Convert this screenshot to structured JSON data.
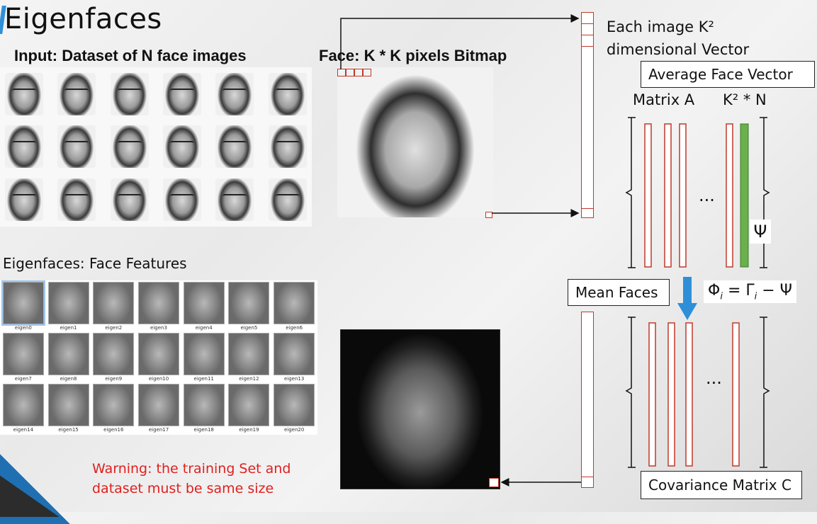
{
  "title": "Eigenfaces",
  "input_caption": "Input: Dataset of N face images",
  "face_caption": "Face: K * K pixels Bitmap",
  "vector_caption_line1": "Each image K²",
  "vector_caption_line2": "dimensional Vector",
  "average_face_label": "Average Face Vector",
  "matrix_a_label": "Matrix A",
  "matrix_a_dims": "K² * N",
  "psi_label": "Ψ",
  "mean_faces_label": "Mean Faces",
  "formula": {
    "phi": "Φ",
    "phi_sub": "i",
    "eq": " = ",
    "gamma": "Γ",
    "gamma_sub": "i",
    "minus_psi": " − Ψ"
  },
  "ellipsis": "...",
  "eigen_caption": "Eigenfaces: Face Features",
  "eigen_labels": [
    "eigen0",
    "eigen1",
    "eigen2",
    "eigen3",
    "eigen4",
    "eigen5",
    "eigen6",
    "eigen7",
    "eigen8",
    "eigen9",
    "eigen10",
    "eigen11",
    "eigen12",
    "eigen13",
    "eigen14",
    "eigen15",
    "eigen16",
    "eigen17",
    "eigen18",
    "eigen19",
    "eigen20"
  ],
  "warning_line1": "Warning: the training Set and",
  "warning_line2": "dataset must be same size",
  "covariance_label": "Covariance Matrix C",
  "colors": {
    "column_border": "#c0392b",
    "psi_column": "#6ab04c",
    "arrow": "#2e8fd8",
    "warning": "#e0201e"
  }
}
